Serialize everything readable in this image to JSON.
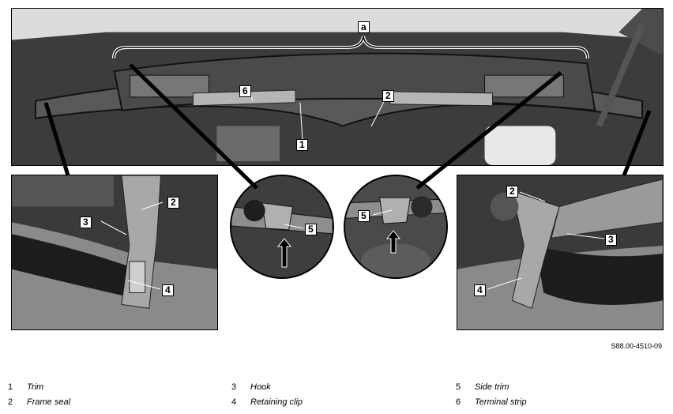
{
  "figure": {
    "reference": "S88.00-4510-09",
    "callouts": {
      "a": "a",
      "c1": "1",
      "c2": "2",
      "c3": "3",
      "c4": "4",
      "c5": "5",
      "c6": "6"
    }
  },
  "legend": [
    {
      "num": "1",
      "label": "Trim"
    },
    {
      "num": "2",
      "label": "Frame seal"
    },
    {
      "num": "3",
      "label": "Hook"
    },
    {
      "num": "4",
      "label": "Retaining clip"
    },
    {
      "num": "5",
      "label": "Side trim"
    },
    {
      "num": "6",
      "label": "Terminal strip"
    }
  ]
}
